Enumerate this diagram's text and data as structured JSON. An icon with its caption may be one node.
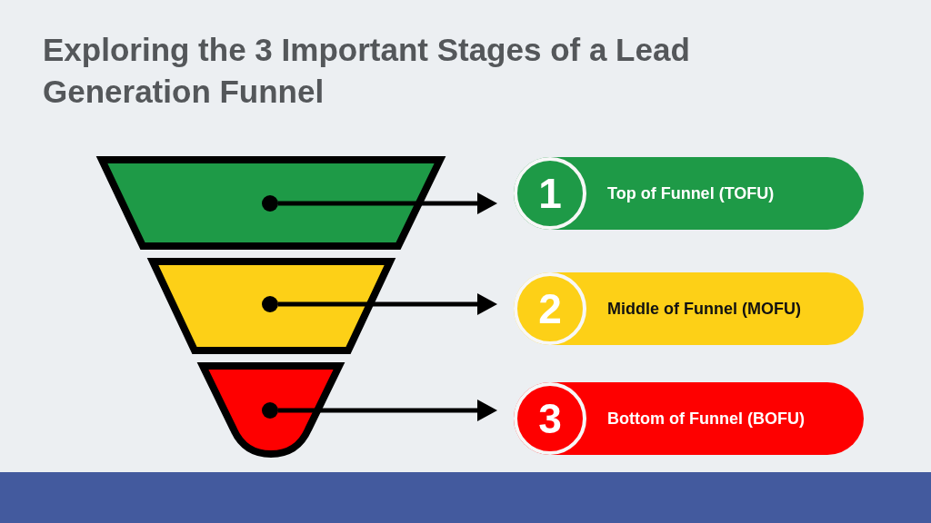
{
  "diagram": {
    "title": "Exploring the 3 Important Stages of a Lead Generation Funnel",
    "nodes": [
      {
        "text": [],
        "shape": "trapezoid"
      },
      {
        "text": [],
        "shape": "circle",
        "in": 0
      },
      {
        "text": [
          "1",
          "Top of Funnel (TOFU)"
        ]
      },
      {
        "text": [],
        "shape": "trapezoid"
      },
      {
        "text": [],
        "shape": "circle",
        "in": 3
      },
      {
        "text": [
          "2",
          "Middle of Funnel (MOFU)"
        ]
      },
      {
        "text": [],
        "shape": "cup"
      },
      {
        "text": [],
        "shape": "circle",
        "in": 6
      },
      {
        "text": [
          "3",
          "Bottom of Funnel (BOFU)"
        ]
      }
    ],
    "edges": [
      {
        "from": 1,
        "to": 2,
        "arrow": "to"
      },
      {
        "from": 4,
        "to": 5,
        "arrow": "to"
      },
      {
        "from": 7,
        "to": 8,
        "arrow": "to"
      }
    ]
  }
}
